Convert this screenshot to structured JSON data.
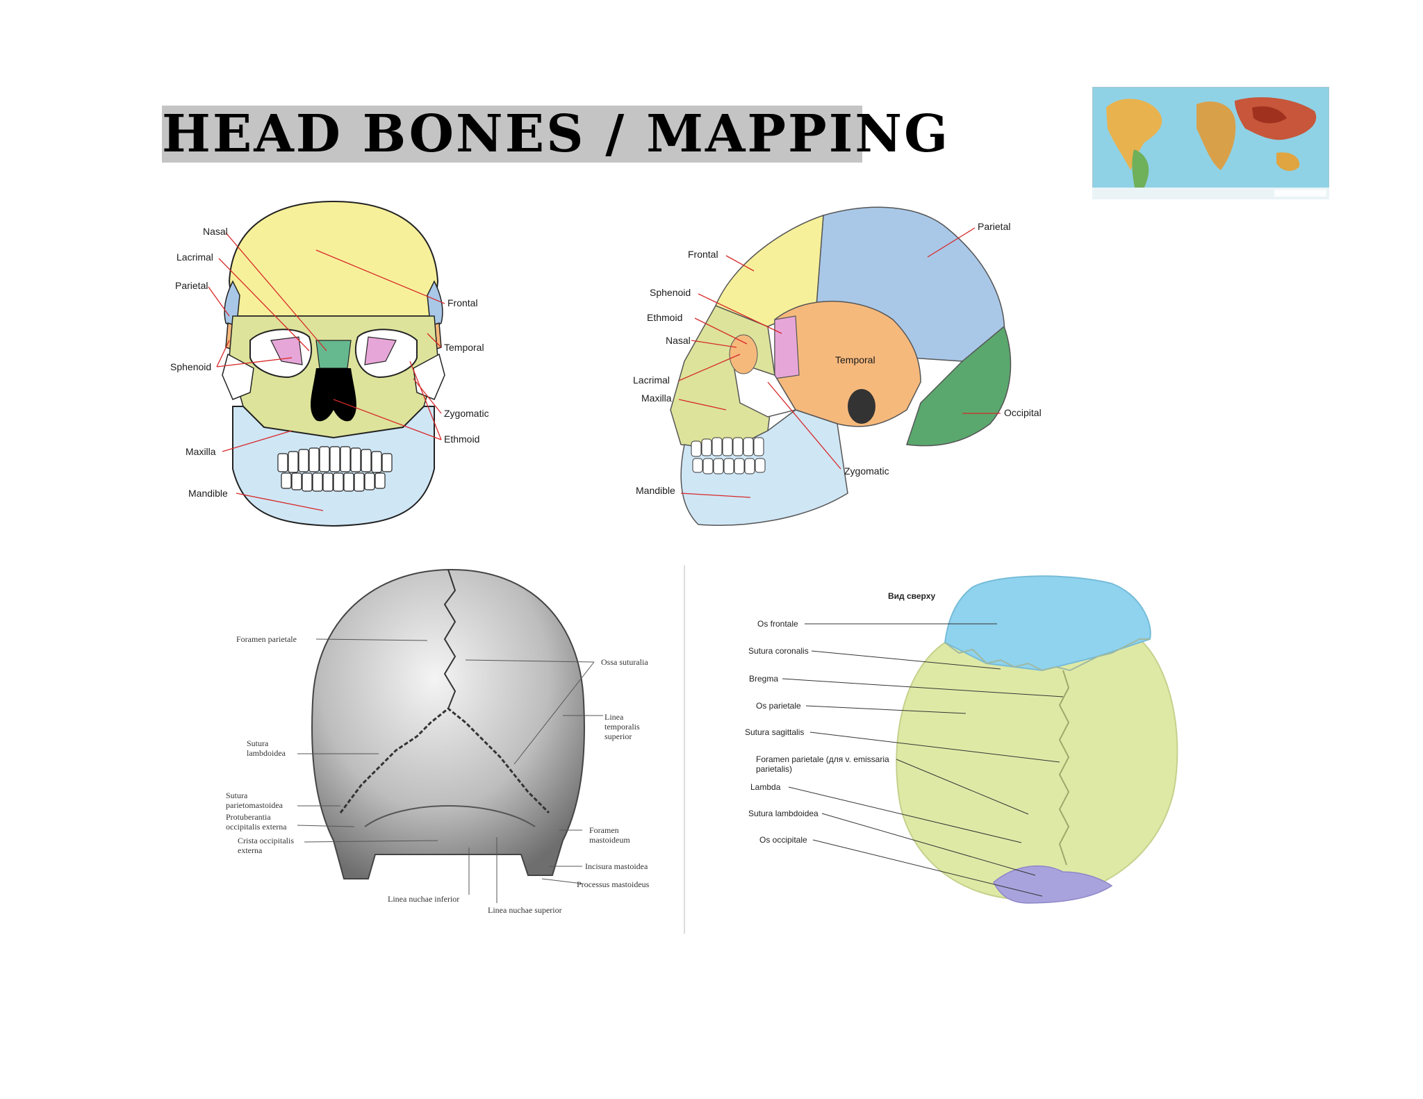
{
  "title": "Head Bones / Mapping",
  "map_thumbnail": {
    "icon": "world-map-icon"
  },
  "figure_front": {
    "labels": {
      "nasal": "Nasal",
      "lacrimal": "Lacrimal",
      "parietal": "Parietal",
      "sphenoid": "Sphenoid",
      "maxilla": "Maxilla",
      "mandible": "Mandible",
      "frontal": "Frontal",
      "temporal": "Temporal",
      "zygomatic": "Zygomatic",
      "ethmoid": "Ethmoid"
    }
  },
  "figure_side": {
    "labels": {
      "parietal": "Parietal",
      "frontal": "Frontal",
      "sphenoid": "Sphenoid",
      "ethmoid": "Ethmoid",
      "nasal": "Nasal",
      "temporal": "Temporal",
      "lacrimal": "Lacrimal",
      "maxilla": "Maxilla",
      "occipital": "Occipital",
      "zygomatic": "Zygomatic",
      "mandible": "Mandible"
    }
  },
  "figure_back": {
    "labels": {
      "foramen_parietale": "Foramen parietale",
      "ossa_suturalia": "Ossa suturalia",
      "linea_temporalis_1": "Linea",
      "linea_temporalis_2": "temporalis",
      "linea_temporalis_3": "superior",
      "sutura_lambdoidea_1": "Sutura",
      "sutura_lambdoidea_2": "lambdoidea",
      "sutura_parietomastoidea_1": "Sutura",
      "sutura_parietomastoidea_2": "parietomastoidea",
      "protuberantia_1": "Protuberantia",
      "protuberantia_2": "occipitalis externa",
      "crista_1": "Crista occipitalis",
      "crista_2": "externa",
      "foramen_mastoideum_1": "Foramen",
      "foramen_mastoideum_2": "mastoideum",
      "incisura_mastoidea": "Incisura mastoidea",
      "processus_mastoideus": "Processus mastoideus",
      "linea_nuchae_inferior": "Linea nuchae inferior",
      "linea_nuchae_superior": "Linea nuchae superior"
    }
  },
  "figure_top": {
    "heading": "Вид сверху",
    "labels": {
      "os_frontale": "Os frontale",
      "sutura_coronalis": "Sutura coronalis",
      "bregma": "Bregma",
      "os_parietale": "Os parietale",
      "sutura_sagittalis": "Sutura sagittalis",
      "foramen_parietale_1": "Foramen parietale (для v. emissaria",
      "foramen_parietale_2": "parietalis)",
      "lambda": "Lambda",
      "sutura_lambdoidea": "Sutura lambdoidea",
      "os_occipitale": "Os occipitale"
    }
  },
  "colors": {
    "frontal": "#f7f09a",
    "parietal": "#a9c8e8",
    "temporal": "#f6b97c",
    "occipital": "#5aa86e",
    "sphenoid": "#e7a6d8",
    "maxilla": "#dde39a",
    "mandible": "#cfe6f5",
    "ethmoid": "#66b98f",
    "top_frontal": "#8fd3ee",
    "top_parietal": "#dfe9a6",
    "top_occipital": "#a9a3dd",
    "leader_red": "#d62828"
  }
}
